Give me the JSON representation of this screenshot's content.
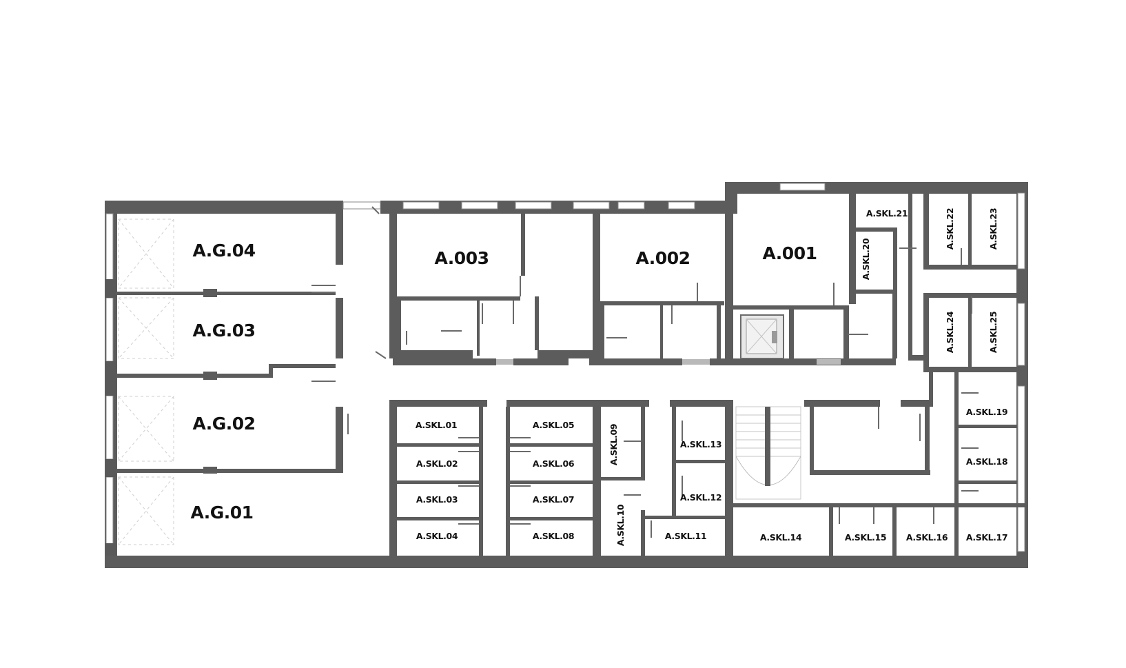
{
  "rooms": {
    "ag04": "A.G.04",
    "ag03": "A.G.03",
    "ag02": "A.G.02",
    "ag01": "A.G.01",
    "a003": "A.003",
    "a002": "A.002",
    "a001": "A.001",
    "skl01": "A.SKL.01",
    "skl02": "A.SKL.02",
    "skl03": "A.SKL.03",
    "skl04": "A.SKL.04",
    "skl05": "A.SKL.05",
    "skl06": "A.SKL.06",
    "skl07": "A.SKL.07",
    "skl08": "A.SKL.08",
    "skl09": "A.SKL.09",
    "skl10": "A.SKL.10",
    "skl11": "A.SKL.11",
    "skl12": "A.SKL.12",
    "skl13": "A.SKL.13",
    "skl14": "A.SKL.14",
    "skl15": "A.SKL.15",
    "skl16": "A.SKL.16",
    "skl17": "A.SKL.17",
    "skl18": "A.SKL.18",
    "skl19": "A.SKL.19",
    "skl20": "A.SKL.20",
    "skl21": "A.SKL.21",
    "skl22": "A.SKL.22",
    "skl23": "A.SKL.23",
    "skl24": "A.SKL.24",
    "skl25": "A.SKL.25"
  },
  "colors": {
    "wall": "#5c5c5c",
    "background": "#ffffff",
    "label": "#111111",
    "tile": "#b9b9b9"
  }
}
